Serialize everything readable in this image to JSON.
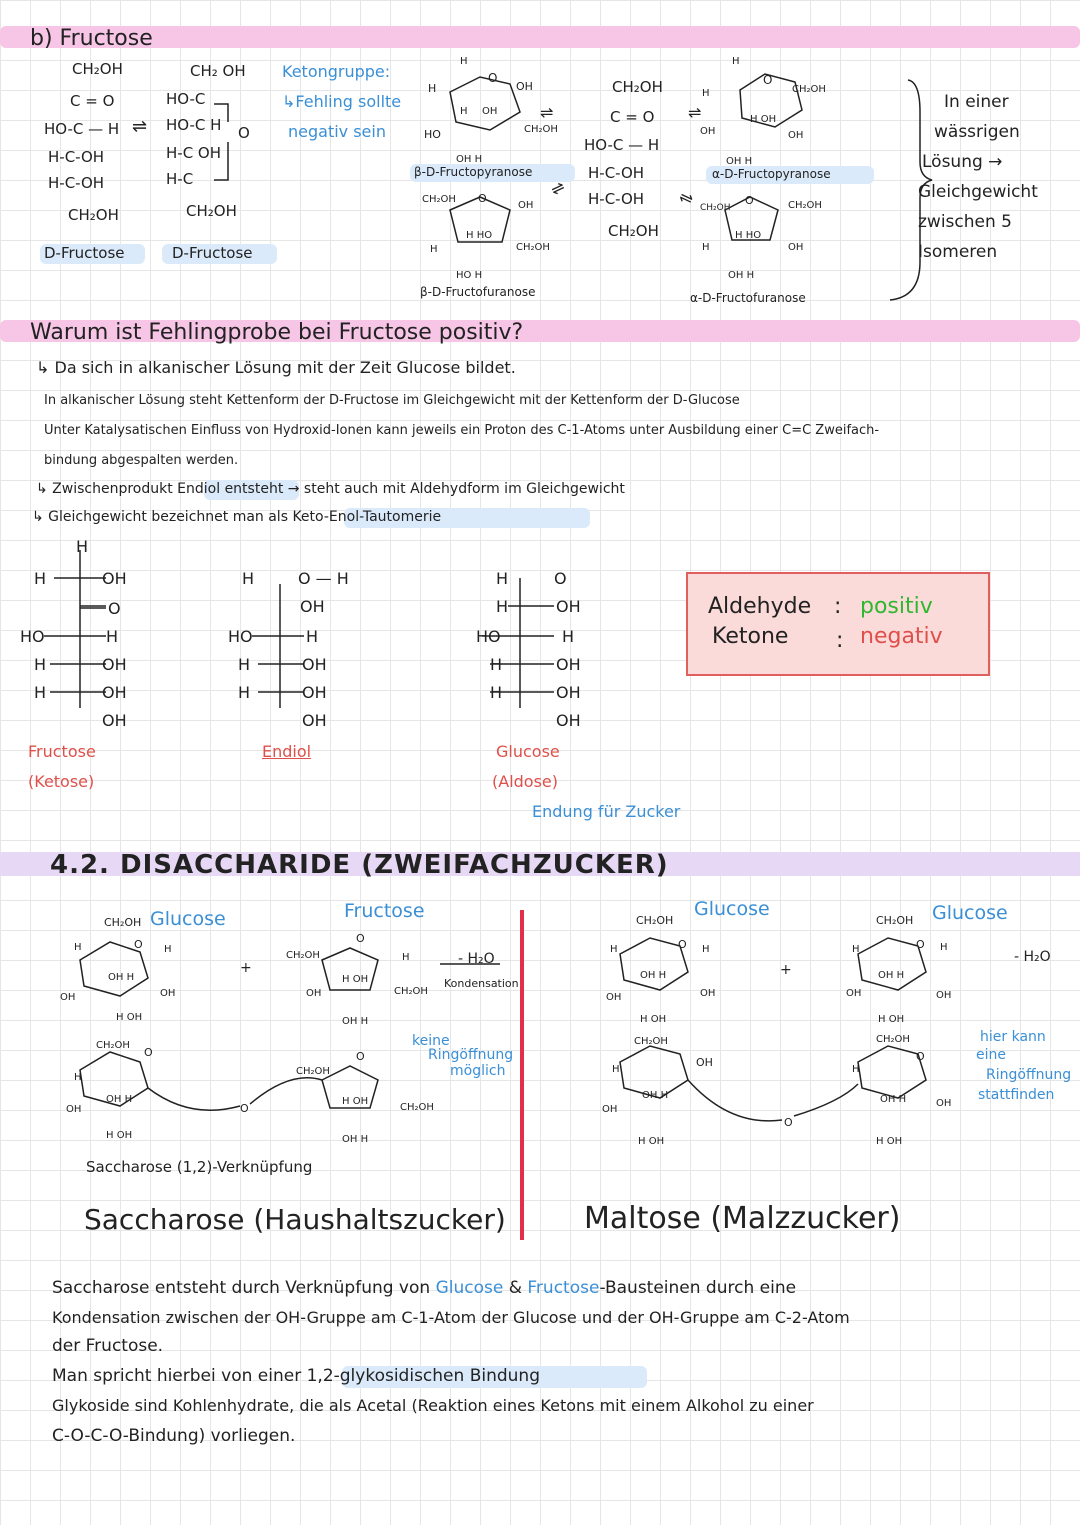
{
  "section_b": {
    "title": "b) Fructose",
    "chain1": [
      "CH₂OH",
      "C = O",
      "HO-C — H",
      "H-C-OH",
      "H-C-OH",
      "CH₂OH"
    ],
    "chain1_label": "D-Fructose",
    "chain2": [
      "CH₂ OH",
      "HO-C",
      "HO-C  H",
      "H-C  OH",
      "H-C",
      "CH₂OH"
    ],
    "chain2_label": "D-Fructose",
    "ketone_note": [
      "Ketongruppe:",
      "↳Fehling sollte",
      "negativ sein"
    ],
    "ring_labels": {
      "b_pyranose": "β-D-Fructopyranose",
      "b_furanose": "β-D-Fructofuranose",
      "a_pyranose": "α-D-Fructopyranose",
      "a_furanose": "α-D-Fructofuranose"
    },
    "open_chain_center": [
      "CH₂OH",
      "C = O",
      "HO-C — H",
      "H-C-OH",
      "H-C-OH",
      "CH₂OH"
    ],
    "brace_note": [
      "In einer",
      "wässrigen",
      "Lösung →",
      "Gleichgewicht",
      "zwischen 5",
      "Isomeren"
    ]
  },
  "fehling": {
    "question": "Warum ist Fehlingprobe bei Fructose positiv?",
    "answer": "↳ Da sich in alkanischer Lösung mit der Zeit Glucose bildet.",
    "bullets": [
      "In alkanischer Lösung steht Kettenform der D-Fructose im Gleichgewicht mit der Kettenform der D-Glucose",
      "Unter Katalysatischen Einfluss von Hydroxid-Ionen kann jeweils ein Proton des C-1-Atoms unter Ausbildung einer C=C Zweifach-",
      "bindung abgespalten werden."
    ],
    "arrow1": "↳ Zwischenprodukt Endiol entsteht → steht auch mit Aldehydform im Gleichgewicht",
    "arrow2_prefix": "↳ Gleichgewicht bezeichnet man als ",
    "arrow2_term": "Keto-Enol-Tautomerie",
    "fructose_label": "Fructose",
    "fructose_sub": "(Ketose)",
    "endiol_label": "Endiol",
    "glucose_label": "Glucose",
    "glucose_sub": "(Aldose)",
    "ending_note": "Endung für Zucker",
    "box_aldehyde": "Aldehyde",
    "box_positive": "positiv",
    "box_ketone": "Ketone",
    "box_negative": "negativ"
  },
  "section_42": {
    "title": "4.2. DISACCHARIDE (ZWEIFACHZUCKER)",
    "left": {
      "glucose_label": "Glucose",
      "fructose_label": "Fructose",
      "water": "- H₂O",
      "kondensation": "Kondensation",
      "note": [
        "keine",
        "Ringöffnung",
        "möglich"
      ],
      "link_label": "Saccharose (1,2)-Verknüpfung",
      "name": "Saccharose (Haushaltszucker)"
    },
    "right": {
      "glucose_label_1": "Glucose",
      "glucose_label_2": "Glucose",
      "water": "- H₂O",
      "note": [
        "hier kann",
        "eine",
        "Ringöffnung",
        "stattfinden"
      ],
      "name": "Maltose (Malzzucker)"
    }
  },
  "paragraph": {
    "p1_a": "Saccharose entsteht durch Verknüpfung von ",
    "p1_glucose": "Glucose",
    "p1_and": " & ",
    "p1_fructose": "Fructose",
    "p1_b": "-Bausteinen durch eine",
    "p2": "Kondensation zwischen der OH-Gruppe am C-1-Atom der Glucose und der OH-Gruppe am C-2-Atom",
    "p3": "der Fructose.",
    "p4_a": "Man spricht hierbei von einer ",
    "p4_term": "1,2-glykosidischen Bindung",
    "p5": "Glykoside sind Kohlenhydrate, die als Acetal (Reaktion eines Ketons mit einem Alkohol zu einer",
    "p6": "C-O-C-O-Bindung) vorliegen."
  }
}
